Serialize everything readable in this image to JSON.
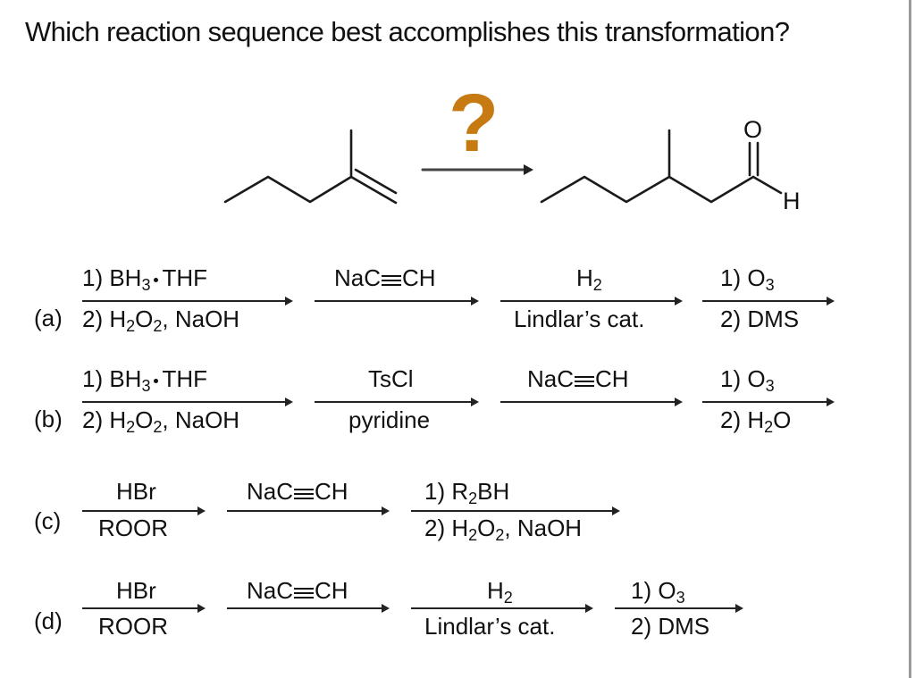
{
  "question": "Which reaction sequence best accomplishes this transformation?",
  "transformation": {
    "unknown_symbol": "?",
    "unknown_color": "#c77a12",
    "starting_material": "2-methyl-1-pentene (skeletal)",
    "product": "3-methylhexanal (skeletal)",
    "product_atoms": {
      "oxygen": "O",
      "hydrogen": "H"
    }
  },
  "options": [
    {
      "label": "(a)",
      "steps": [
        {
          "above": "1) BH3·THF",
          "below": "2) H2O2, NaOH"
        },
        {
          "above": "NaC≡CH",
          "below": ""
        },
        {
          "above": "H2",
          "below": "Lindlar's cat."
        },
        {
          "above": "1) O3",
          "below": "2) DMS"
        }
      ]
    },
    {
      "label": "(b)",
      "steps": [
        {
          "above": "1) BH3·THF",
          "below": "2) H2O2, NaOH"
        },
        {
          "above": "TsCl",
          "below": "pyridine"
        },
        {
          "above": "NaC≡CH",
          "below": ""
        },
        {
          "above": "1) O3",
          "below": "2) H2O"
        }
      ]
    },
    {
      "label": "(c)",
      "steps": [
        {
          "above": "HBr",
          "below": "ROOR"
        },
        {
          "above": "NaC≡CH",
          "below": ""
        },
        {
          "above": "1) R2BH",
          "below": "2) H2O2, NaOH"
        }
      ]
    },
    {
      "label": "(d)",
      "steps": [
        {
          "above": "HBr",
          "below": "ROOR"
        },
        {
          "above": "NaC≡CH",
          "below": ""
        },
        {
          "above": "H2",
          "below": "Lindlar's cat."
        },
        {
          "above": "1) O3",
          "below": "2) DMS"
        }
      ]
    }
  ],
  "text": {
    "a_label": "(a)",
    "b_label": "(b)",
    "c_label": "(c)",
    "d_label": "(d)",
    "one": "1) ",
    "two": "2) ",
    "BH": "BH",
    "THF": "THF",
    "H": "H",
    "O": "O",
    "NaOH": ", NaOH",
    "NaC": "NaC",
    "CH": "CH",
    "lindlar": "Lindlar’s cat.",
    "DMS": "DMS",
    "TsCl": "TsCl",
    "pyridine": "pyridine",
    "HBr": "HBr",
    "ROOR": "ROOR",
    "R": "R",
    "BH_tail": "BH",
    "sub2": "2",
    "sub3": "3"
  }
}
